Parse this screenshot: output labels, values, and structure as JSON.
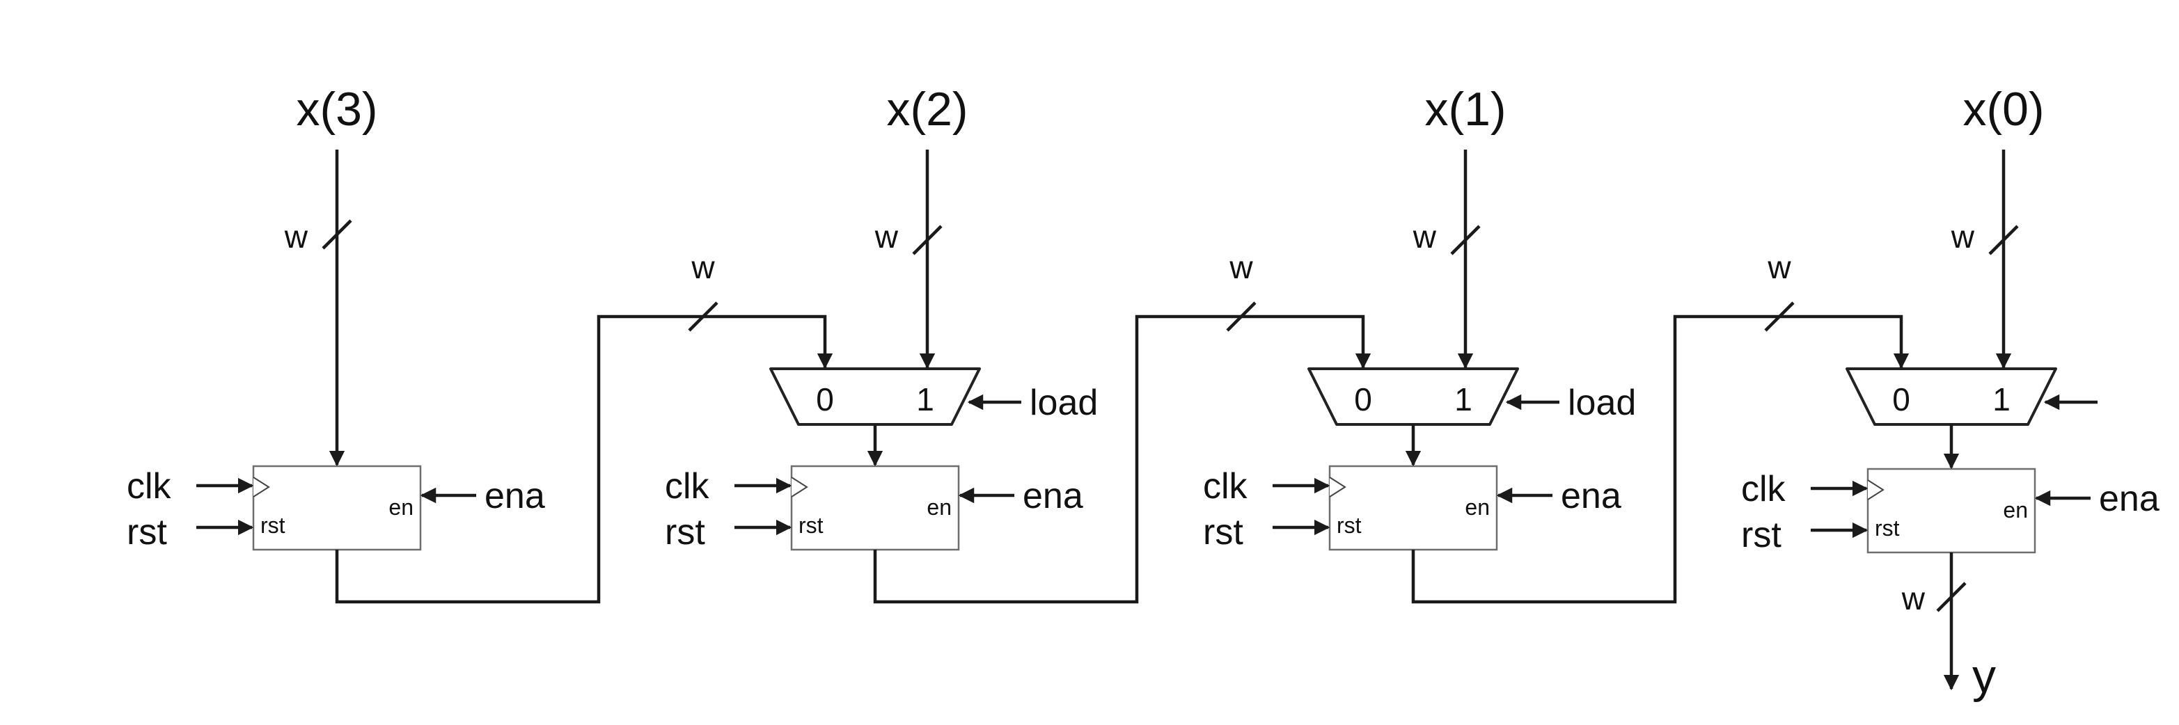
{
  "diagram": {
    "stages": [
      {
        "input": "x(3)",
        "has_mux": false,
        "mux_labels": [
          "",
          ""
        ],
        "select": ""
      },
      {
        "input": "x(2)",
        "has_mux": true,
        "mux_labels": [
          "0",
          "1"
        ],
        "select": "load"
      },
      {
        "input": "x(1)",
        "has_mux": true,
        "mux_labels": [
          "0",
          "1"
        ],
        "select": "load"
      },
      {
        "input": "x(0)",
        "has_mux": true,
        "mux_labels": [
          "0",
          "1"
        ],
        "select": ""
      }
    ],
    "width_label": "w",
    "clock_label": "clk",
    "reset_label": "rst",
    "enable_label": "ena",
    "reg_enable_port": "en",
    "reg_reset_port": "rst",
    "output_label": "y"
  }
}
